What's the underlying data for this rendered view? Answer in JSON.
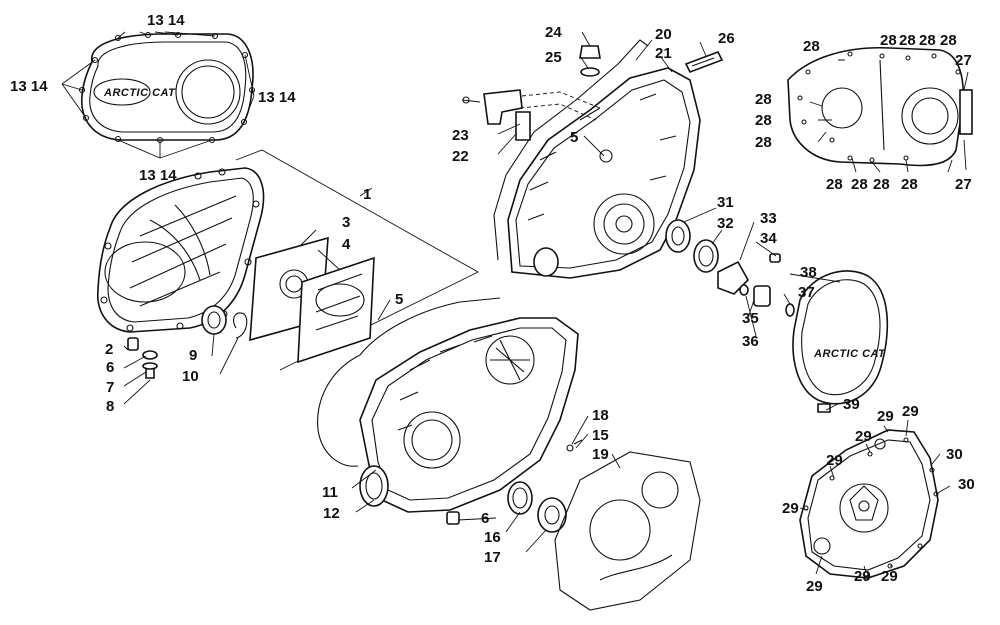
{
  "diagram": {
    "brand_text": "ARCTIC CAT",
    "callouts": {
      "c1": "1",
      "c2": "2",
      "c3": "3",
      "c4": "4",
      "c5a": "5",
      "c5b": "5",
      "c6a": "6",
      "c6b": "6",
      "c7": "7",
      "c8": "8",
      "c9": "9",
      "c10": "10",
      "c11": "11",
      "c12": "12",
      "c13_14_top": "13 14",
      "c13_14_left": "13 14",
      "c13_14_right": "13 14",
      "c13_14_bottom": "13 14",
      "c15": "15",
      "c16": "16",
      "c17": "17",
      "c18": "18",
      "c19": "19",
      "c20": "20",
      "c21": "21",
      "c22": "22",
      "c23": "23",
      "c24": "24",
      "c25": "25",
      "c26": "26",
      "c27a": "27",
      "c27b": "27",
      "c28a": "28",
      "c28b": "28",
      "c28c": "28",
      "c28d": "28",
      "c28e": "28",
      "c28f": "28",
      "c28g": "28",
      "c28h": "28",
      "c28i": "28",
      "c28j": "28",
      "c28k": "28",
      "c28l": "28",
      "c29a": "29",
      "c29b": "29",
      "c29c": "29",
      "c29d": "29",
      "c29e": "29",
      "c29f": "29",
      "c29g": "29",
      "c29h": "29",
      "c30a": "30",
      "c30b": "30",
      "c31": "31",
      "c32": "32",
      "c33": "33",
      "c34": "34",
      "c35": "35",
      "c36": "36",
      "c37": "37",
      "c38": "38",
      "c39": "39"
    }
  }
}
